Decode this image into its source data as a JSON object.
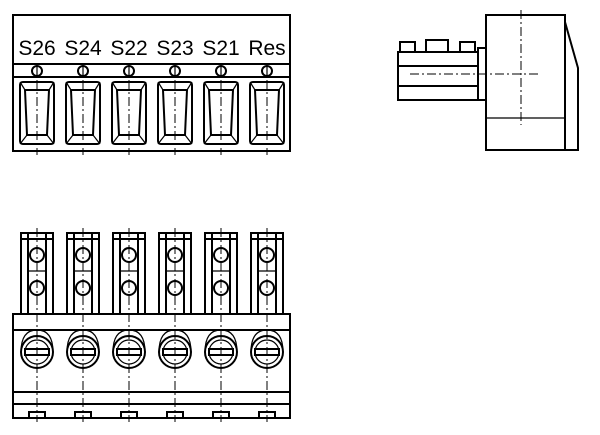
{
  "terminals": [
    {
      "label": "S26"
    },
    {
      "label": "S24"
    },
    {
      "label": "S22"
    },
    {
      "label": "S23"
    },
    {
      "label": "S21"
    },
    {
      "label": "Res"
    }
  ]
}
